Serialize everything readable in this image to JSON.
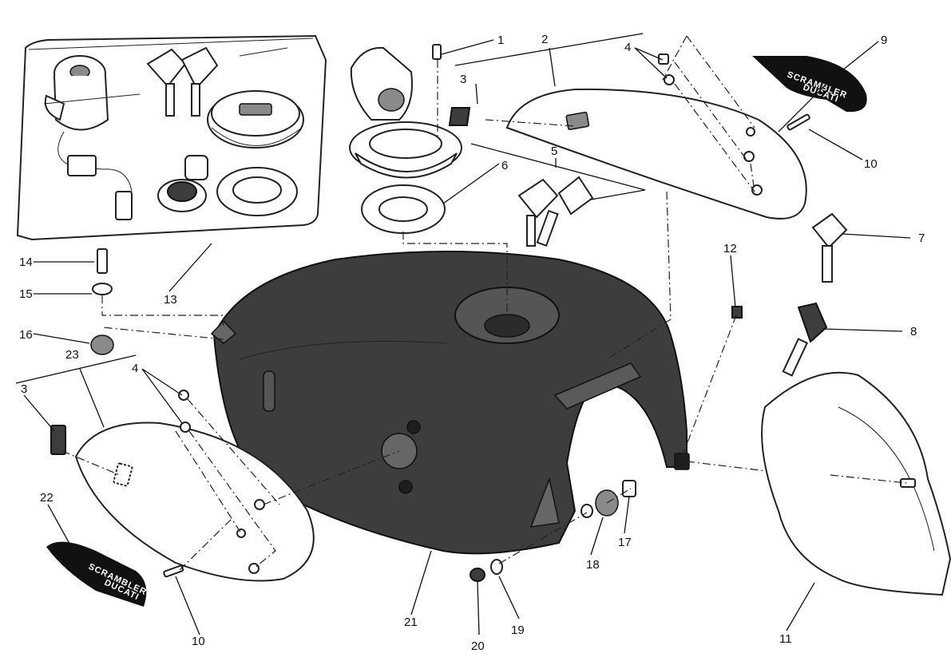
{
  "callouts": [
    {
      "id": "1",
      "label": "1"
    },
    {
      "id": "2",
      "label": "2"
    },
    {
      "id": "3a",
      "label": "3"
    },
    {
      "id": "4a",
      "label": "4"
    },
    {
      "id": "5",
      "label": "5"
    },
    {
      "id": "6",
      "label": "6"
    },
    {
      "id": "7",
      "label": "7"
    },
    {
      "id": "8",
      "label": "8"
    },
    {
      "id": "9",
      "label": "9"
    },
    {
      "id": "10a",
      "label": "10"
    },
    {
      "id": "11",
      "label": "11"
    },
    {
      "id": "12",
      "label": "12"
    },
    {
      "id": "13",
      "label": "13"
    },
    {
      "id": "14",
      "label": "14"
    },
    {
      "id": "15",
      "label": "15"
    },
    {
      "id": "16",
      "label": "16"
    },
    {
      "id": "17",
      "label": "17"
    },
    {
      "id": "18",
      "label": "18"
    },
    {
      "id": "19",
      "label": "19"
    },
    {
      "id": "20",
      "label": "20"
    },
    {
      "id": "21",
      "label": "21"
    },
    {
      "id": "22",
      "label": "22"
    },
    {
      "id": "23",
      "label": "23"
    },
    {
      "id": "3b",
      "label": "3"
    },
    {
      "id": "4b",
      "label": "4"
    },
    {
      "id": "10b",
      "label": "10"
    }
  ],
  "decals": {
    "right": {
      "line1": "SCRAMBLER",
      "line2": "DUCATI"
    },
    "left": {
      "line1": "SCRAMBLER",
      "line2": "DUCATI"
    }
  },
  "colors": {
    "tank": "#3d3d3d",
    "line": "#111111",
    "background": "#ffffff"
  }
}
